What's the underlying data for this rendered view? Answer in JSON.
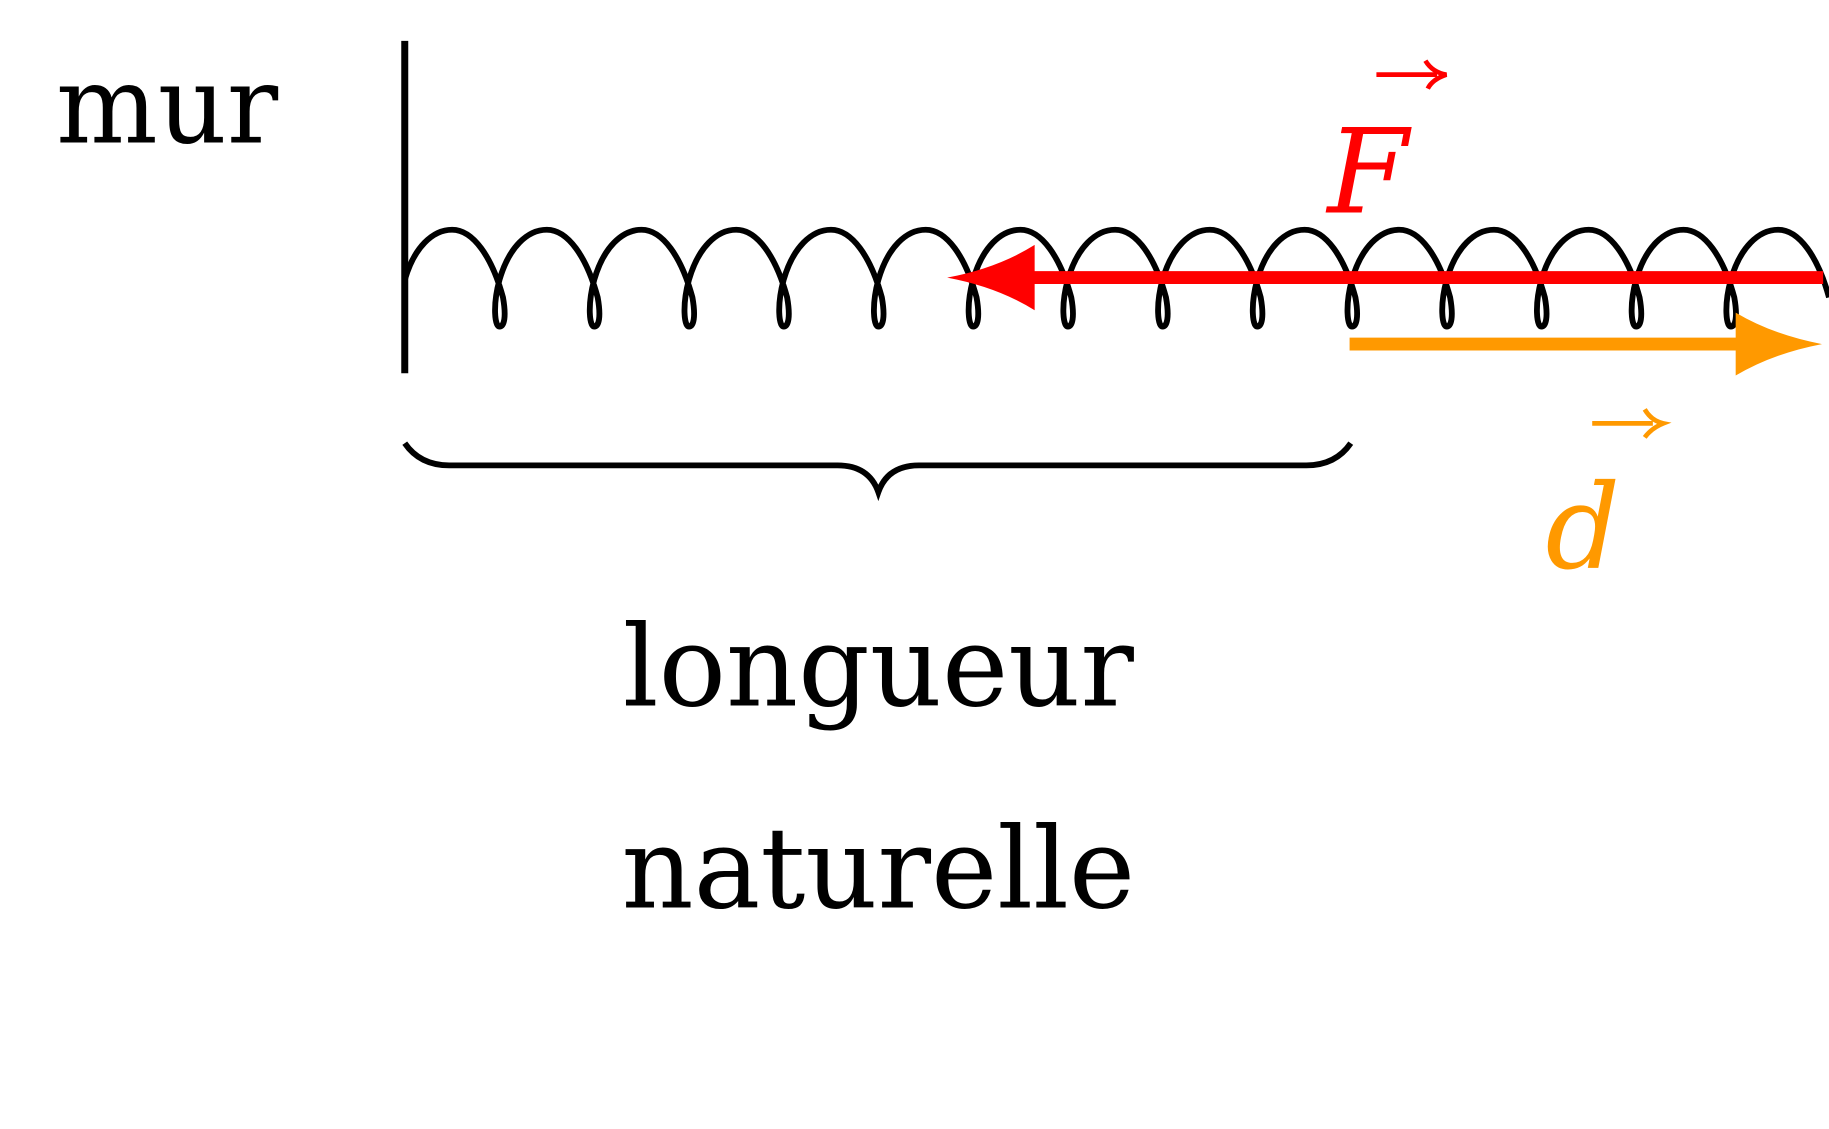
{
  "labels": {
    "wall": "mur",
    "force": "F",
    "displacement": "d",
    "length_line1": "longueur",
    "length_line2": "naturelle"
  },
  "colors": {
    "force": "#ff0000",
    "displacement": "#ff9900",
    "ink": "#000000"
  },
  "spring": {
    "coils": 15
  }
}
